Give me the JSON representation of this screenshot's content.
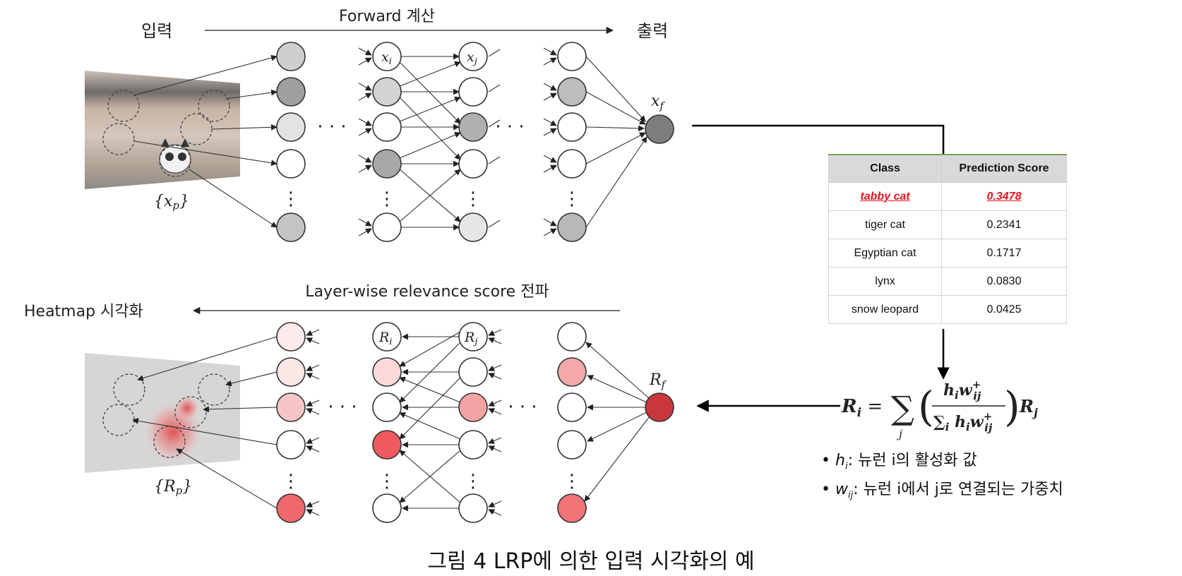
{
  "forward": {
    "top_label": "Forward 계산",
    "input_label": "입력",
    "output_label": "출력",
    "input_set": "{xp}",
    "node_i": "xi",
    "node_j": "xj",
    "node_f": "xf"
  },
  "backward": {
    "top_label": "Layer-wise relevance score 전파",
    "heatmap_label": "Heatmap 시각화",
    "relevance_set": "{Rp}",
    "node_i": "Ri",
    "node_j": "Rj",
    "node_f": "Rf"
  },
  "prediction_table": {
    "headers": [
      "Class",
      "Prediction Score"
    ],
    "rows": [
      {
        "class": "tabby cat",
        "score": "0.3478"
      },
      {
        "class": "tiger cat",
        "score": "0.2341"
      },
      {
        "class": "Egyptian cat",
        "score": "0.1717"
      },
      {
        "class": "lynx",
        "score": "0.0830"
      },
      {
        "class": "snow leopard",
        "score": "0.0425"
      }
    ]
  },
  "formula": {
    "lhs": "Ri =",
    "sum": "∑",
    "sum_index": "j",
    "numerator": "hi wij⁺",
    "denominator": "∑i hi wij⁺",
    "tail": "Rj"
  },
  "legend": [
    {
      "symbol": "hi",
      "text": ": 뉴런 i의 활성화 값"
    },
    {
      "symbol": "wij",
      "text": ": 뉴런 i에서 j로 연결되는 가중치"
    }
  ],
  "caption": "그림 4 LRP에 의한 입력 시각화의 예",
  "colors": {
    "gray_light": "#e6e6e6",
    "gray_mid": "#cfcfcf",
    "gray_dark": "#9a9a9a",
    "red_light": "#fde9e9",
    "red_mid": "#f6b8b8",
    "red_strong": "#ee5a5e",
    "red_output": "#c9373d",
    "highlight_red": "#e8141b"
  }
}
